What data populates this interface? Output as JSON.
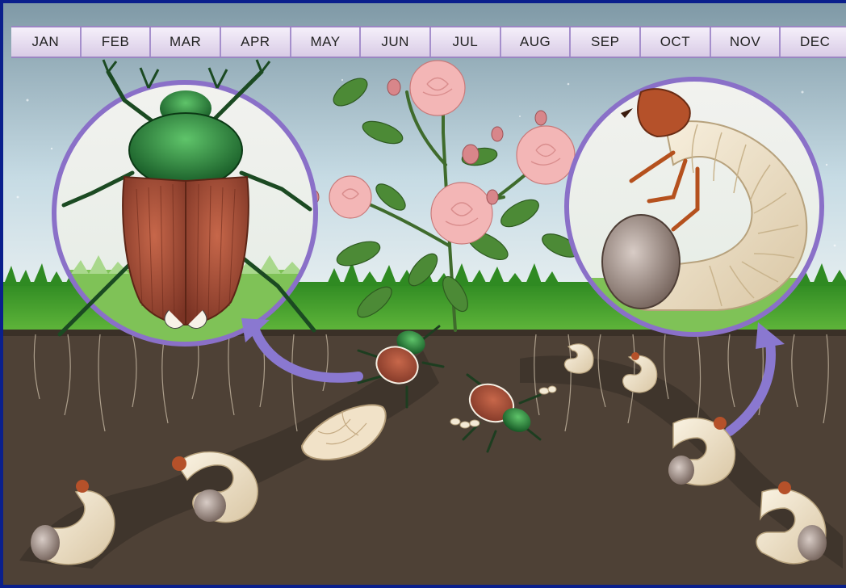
{
  "months": [
    "JAN",
    "FEB",
    "MAR",
    "APR",
    "MAY",
    "JUN",
    "JUL",
    "AUG",
    "SEP",
    "OCT",
    "NOV",
    "DEC"
  ],
  "colors": {
    "frame": "#0a1f8c",
    "month_divider": "#a58fcc",
    "circle_border": "#8a70c8",
    "arrow": "#8a78d0",
    "soil": "#4e4136",
    "grass": "#3f9a2a",
    "beetle_elytra": "#a5503a",
    "beetle_head": "#1f7a2e",
    "grub": "#f1e6d0",
    "rose": "#f3b6b6"
  },
  "stages": [
    "beetle-callout",
    "grub-callout",
    "adult-beetle",
    "pupa",
    "grub",
    "rose-plant"
  ]
}
